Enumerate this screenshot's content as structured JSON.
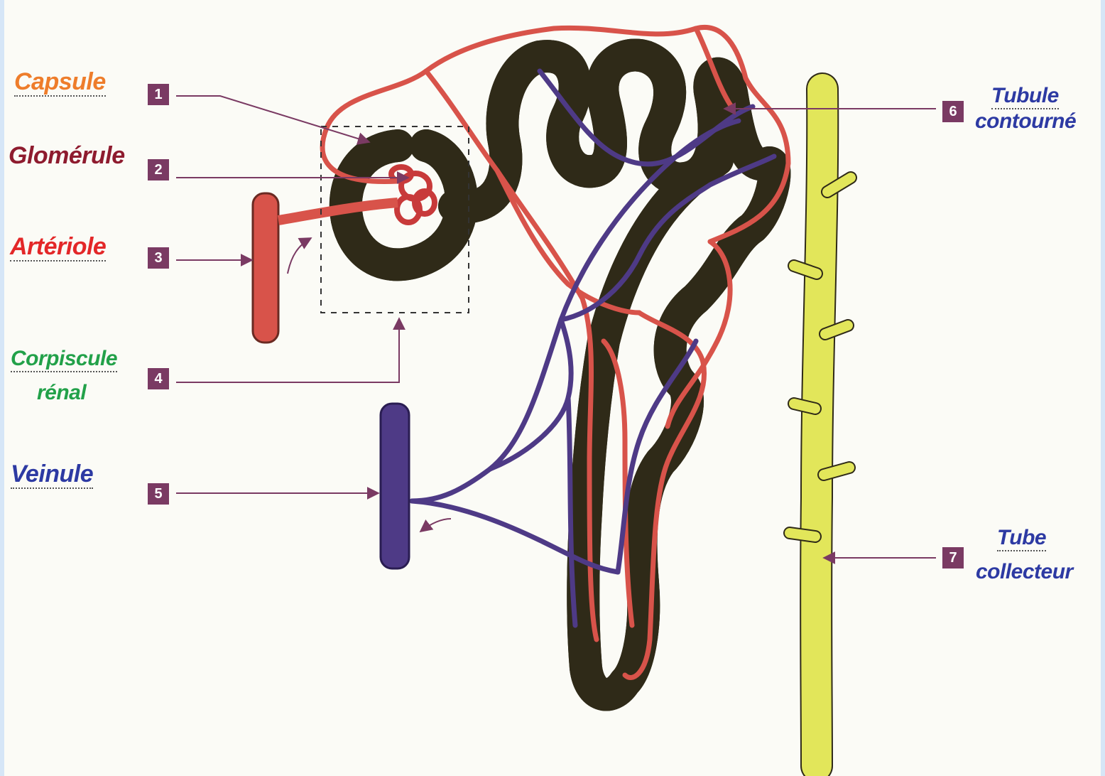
{
  "colors": {
    "tubule": "#e2e65a",
    "artery": "#d8534a",
    "vein": "#4e3a86",
    "callout": "#7a3a63",
    "capsule_label": "#ee7d2b",
    "glomerule_label": "#8e1b2e",
    "arteriole_label": "#e32728",
    "corpuscule_label": "#22a149",
    "blue_label": "#2d3aa3"
  },
  "labels": [
    {
      "id": "capsule",
      "number": "1",
      "text": "Capsule"
    },
    {
      "id": "glomerule",
      "number": "2",
      "text": "Glomérule"
    },
    {
      "id": "arteriole",
      "number": "3",
      "text": "Artériole"
    },
    {
      "id": "corpuscule",
      "number": "4",
      "text_line1": "Corpiscule",
      "text_line2": "rénal"
    },
    {
      "id": "veinule",
      "number": "5",
      "text": "Veinule"
    },
    {
      "id": "tubule",
      "number": "6",
      "text_line1": "Tubule",
      "text_line2": "contourné"
    },
    {
      "id": "tube",
      "number": "7",
      "text_line1": "Tube",
      "text_line2": "collecteur"
    }
  ]
}
